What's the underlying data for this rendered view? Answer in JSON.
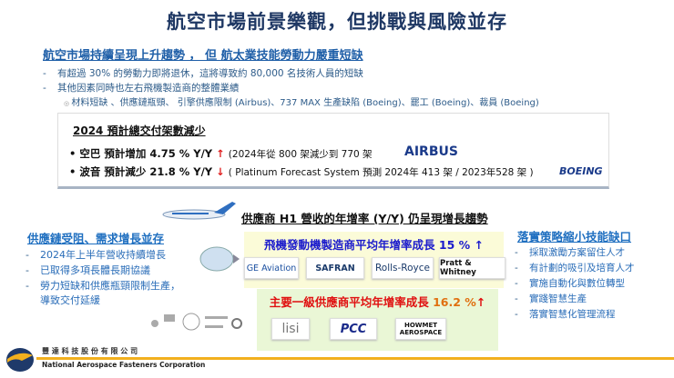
{
  "title": "航空市場前景樂觀，但挑戰與風險並存",
  "section1": {
    "heading": "航空市場持續呈現上升趨勢 ， 但 航太業技能勞動力嚴重短缺",
    "bullets": [
      "有超過 30% 的勞動力即將退休，這將導致約 80,000 名技術人員的短缺",
      "其他因素同時也左右飛機製造商的整體業績"
    ],
    "sub_bullet": "材料短缺 、供應鏈瓶頸、 引擎供應限制 (Airbus)、737 MAX 生產缺陷 (Boeing)、罷工 (Boeing)、裁員 (Boeing)"
  },
  "delivery_box": {
    "heading": "2024 預計總交付架數減少",
    "rows": [
      {
        "label": "空巴 預計增加 4.75 % Y/Y",
        "arrow": "↑",
        "detail": "(2024年從 800 架減少到 770 架",
        "logo": "AIRBUS"
      },
      {
        "label": "波音 預計減少 21.8 % Y/Y",
        "arrow": "↓",
        "detail": "( Platinum Forecast System 預測 2024年 413 架 / 2023年528 架 )",
        "logo": "BOEING"
      }
    ]
  },
  "section2": {
    "heading": "供應鏈受阻、需求增長並存",
    "bullets": [
      "2024年上半年營收持續增長",
      "已取得多項長體長期協議",
      "勞力短缺和供應瓶頸限制生產，",
      "導致交付延緩"
    ]
  },
  "suppliers": {
    "heading": "供應商 H1 營收的年增率 (Y/Y) 仍呈現增長趨勢",
    "engine_text": "飛機發動機製造商平均年增率成長",
    "engine_value": "15 %",
    "engine_logos": [
      "GE Aviation",
      "SAFRAN",
      "Rolls-Royce",
      "Pratt & Whitney"
    ],
    "tier1_text": "主要一級供應商平均年增率成長",
    "tier1_value": "16.2 %",
    "tier1_logos": [
      "lisi",
      "PCC",
      "HOWMET AEROSPACE"
    ]
  },
  "section3": {
    "heading": "落實策略縮小技能缺口",
    "bullets": [
      "採取激勵方案留住人才",
      "有計劃的吸引及培育人才",
      "實施自動化與數位轉型",
      "實踐智慧生產",
      "落實智慧化管理流程"
    ]
  },
  "footer": {
    "company_zh": "豐 達 科 技 股 份 有 限 公 司",
    "company_en": "National Aerospace Fasteners Corporation"
  },
  "colors": {
    "title": "#1f3864",
    "blue": "#1f6fc0",
    "red": "#e01010",
    "accent": "#f2b01e"
  }
}
